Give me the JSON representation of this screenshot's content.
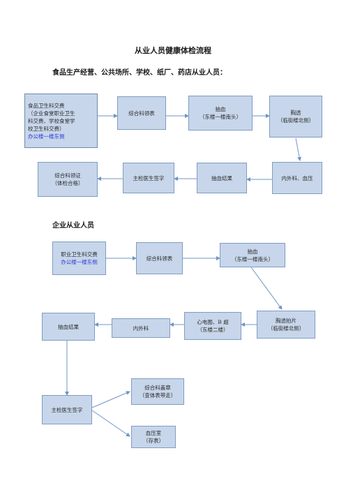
{
  "title": "从业人员健康体检流程",
  "section1": {
    "heading": "食品生产经营、公共场所、学校、纸厂、药店从业人员：",
    "b1": [
      "食品卫生科交费",
      "（企业食堂职业卫生",
      "科交费、学校食堂学",
      "校卫生科交费）"
    ],
    "b1_blue": "办公楼一楼东侧",
    "b2": [
      "综合科领表"
    ],
    "b3": [
      "抽血",
      "（东楼一楼南头）"
    ],
    "b4": [
      "胸透",
      "（临街楼北侧）"
    ],
    "b5": [
      "内外科、血压"
    ],
    "b6": [
      "抽血结果"
    ],
    "b7": [
      "主检医生签字"
    ],
    "b8": [
      "综合科领证",
      "（体检合格）"
    ]
  },
  "section2": {
    "heading": "企业从业人员",
    "c1": [
      "职业卫生科交费"
    ],
    "c1_blue": "办公楼一楼东侧",
    "c2": [
      "综合科领表"
    ],
    "c3": [
      "抽血",
      "（东楼一楼南头）"
    ],
    "c4": [
      "胸透拍片",
      "（临街楼北侧）"
    ],
    "c5": [
      "心电图、B 超",
      "（东楼二楼）"
    ],
    "c6": [
      "内外科"
    ],
    "c7": [
      "抽血结果"
    ],
    "c8": [
      "主检医生签字"
    ],
    "c9": [
      "综合科盖章",
      "（查体表带走）"
    ],
    "c10": [
      "血压室",
      "（存表）"
    ]
  },
  "colors": {
    "box_fill": "#c7d6ea",
    "box_border": "#7f9cc2",
    "arrow": "#6f95c4",
    "link_text": "#2a39d8"
  }
}
